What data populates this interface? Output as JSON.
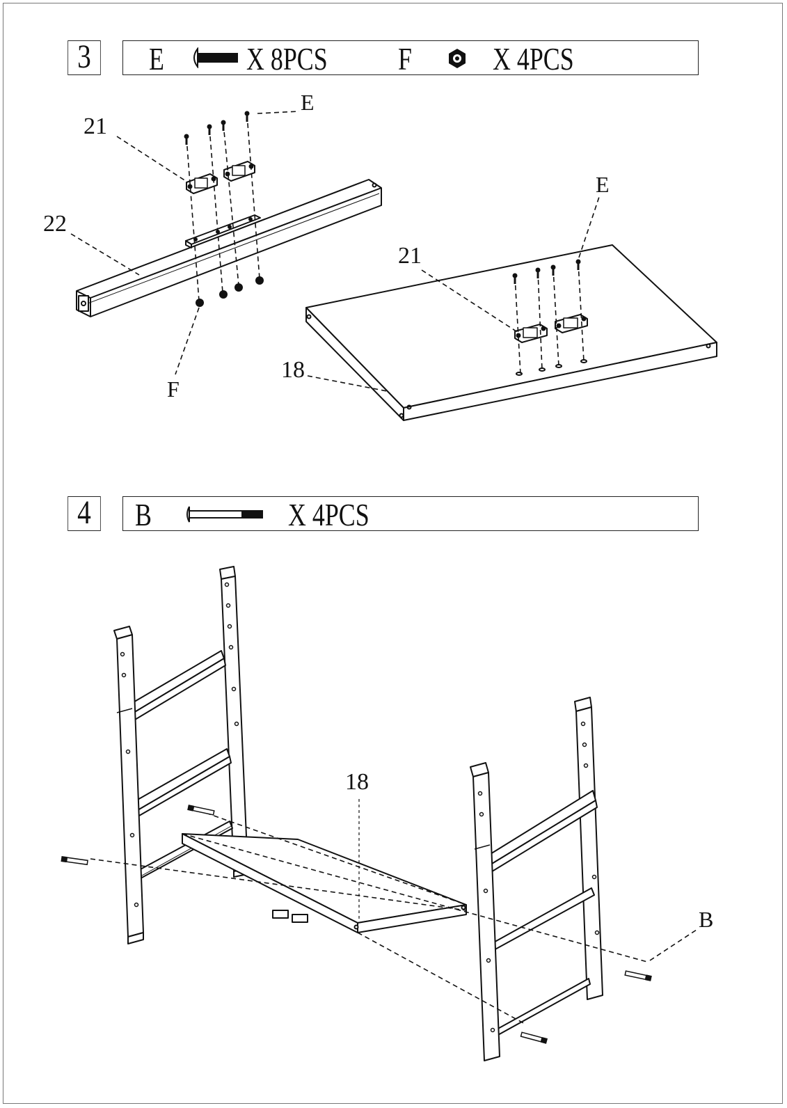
{
  "step3": {
    "number": "3",
    "hardware": [
      {
        "letter": "E",
        "quantity": "X 8PCS",
        "icon": "bolt-icon"
      },
      {
        "letter": "F",
        "quantity": "X 4PCS",
        "icon": "nut-icon"
      }
    ],
    "callouts": {
      "e_top": "E",
      "e_right": "E",
      "part21_left": "21",
      "part22": "22",
      "f": "F",
      "part21_right": "21",
      "part18": "18"
    }
  },
  "step4": {
    "number": "4",
    "hardware": [
      {
        "letter": "B",
        "quantity": "X 4PCS",
        "icon": "long-bolt-icon"
      }
    ],
    "callouts": {
      "part18": "18",
      "b": "B"
    }
  },
  "colors": {
    "line": "#111111",
    "frame": "#777777"
  }
}
